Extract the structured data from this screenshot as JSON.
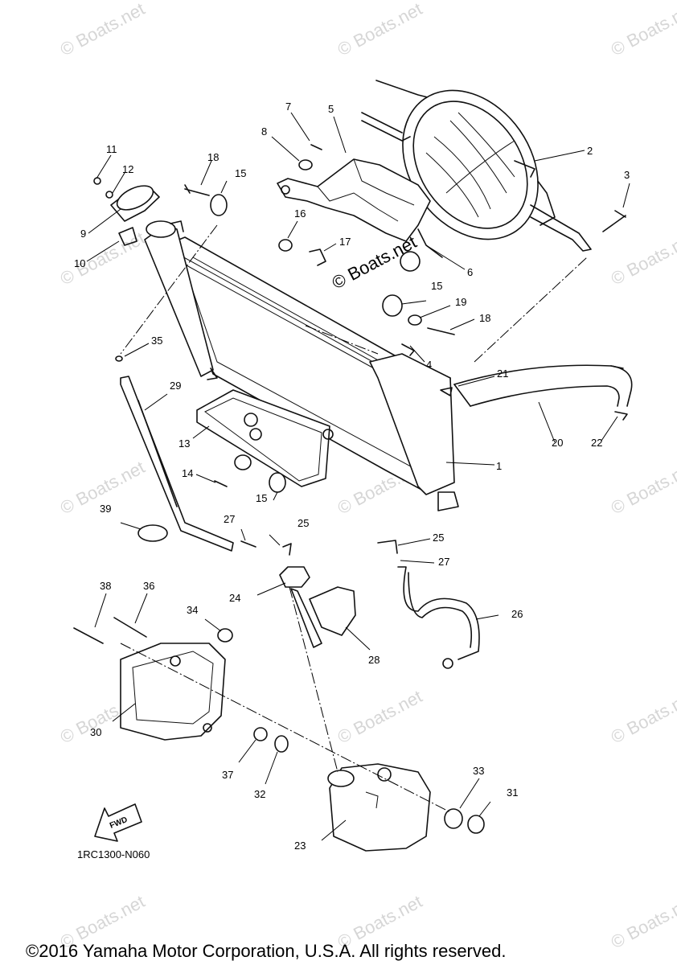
{
  "watermark": "© Boats.net",
  "center_watermark": "© Boats.net",
  "callouts": [
    "1",
    "2",
    "3",
    "4",
    "5",
    "6",
    "7",
    "8",
    "9",
    "10",
    "11",
    "12",
    "13",
    "14",
    "15",
    "15",
    "15",
    "16",
    "17",
    "18",
    "18",
    "19",
    "20",
    "21",
    "22",
    "23",
    "24",
    "25",
    "25",
    "26",
    "27",
    "27",
    "28",
    "29",
    "30",
    "31",
    "32",
    "33",
    "34",
    "35",
    "36",
    "37",
    "38",
    "39"
  ],
  "fwd_label": "FWD",
  "diagram_ref": "1RC1300-N060",
  "copyright": "©2016 Yamaha Motor Corporation, U.S.A. All rights reserved."
}
